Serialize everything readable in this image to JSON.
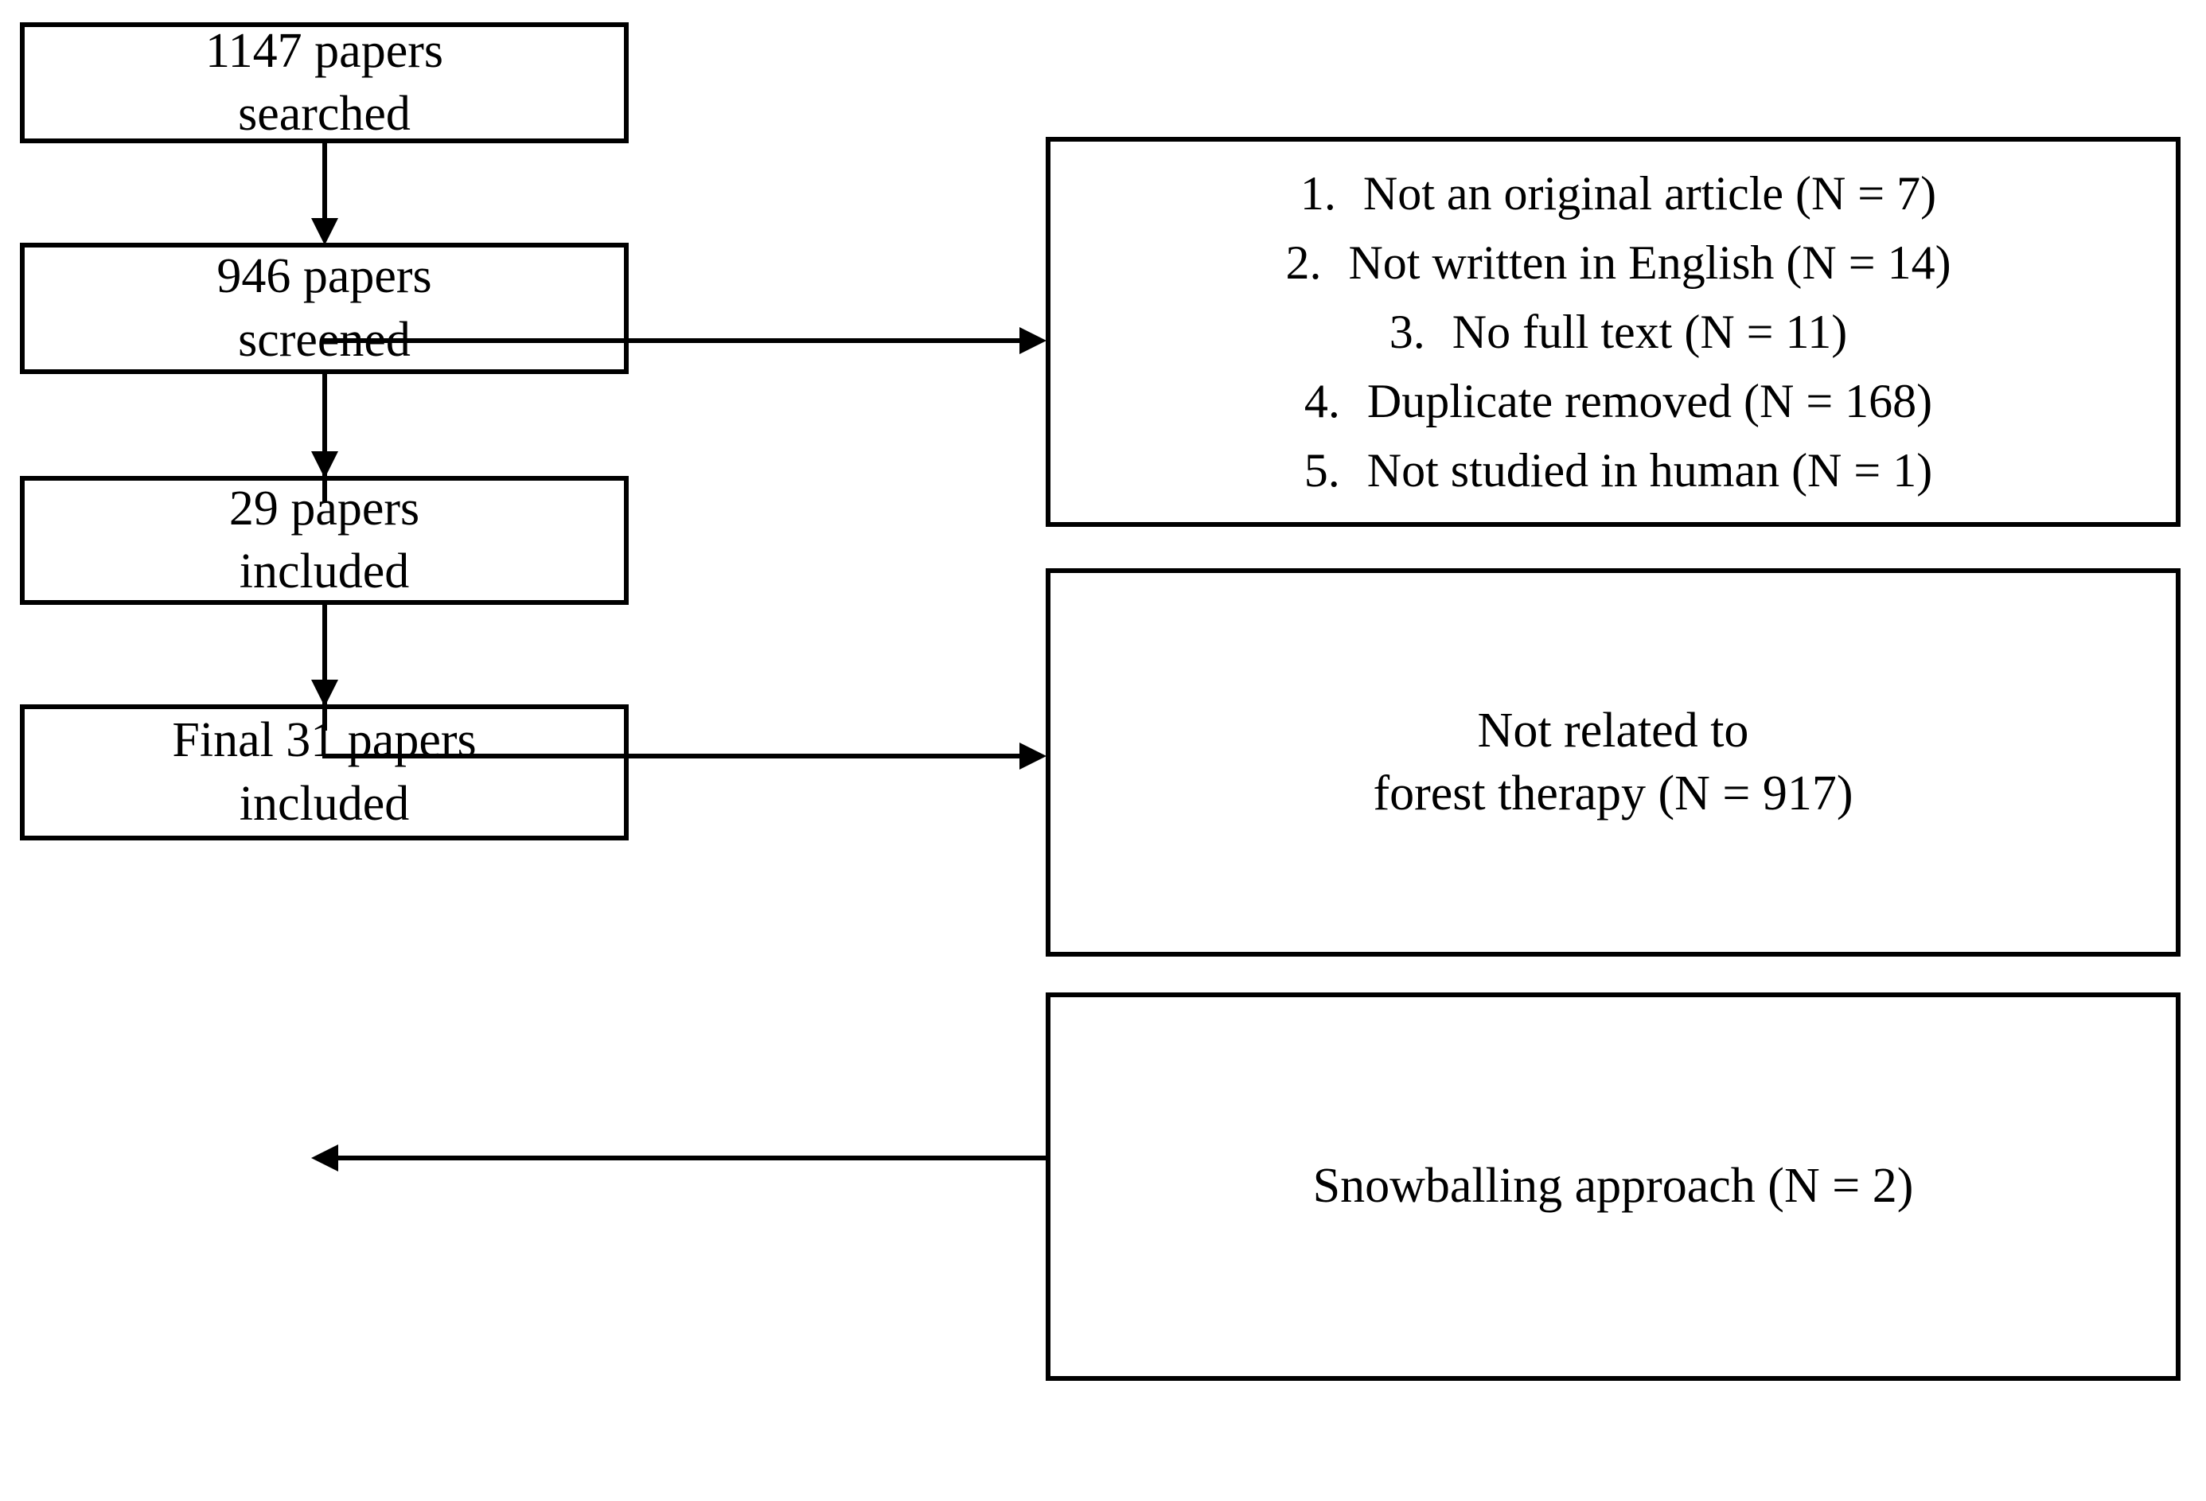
{
  "diagram": {
    "type": "prisma-flow-diagram",
    "orientation": "vertical-with-side-exclusions",
    "line_color": "#000000",
    "background_color": "#ffffff"
  },
  "flow": {
    "stages": [
      {
        "id": "searched",
        "text": "1147 papers\nsearched",
        "count": 1147
      },
      {
        "id": "screened",
        "text": "946 papers\nscreened",
        "count": 946
      },
      {
        "id": "included",
        "text": "29 papers\nincluded",
        "count": 29
      },
      {
        "id": "final",
        "text": "Final 31 papers\nincluded",
        "count": 31
      }
    ]
  },
  "exclusions": {
    "reasons": [
      {
        "number": "1.",
        "label": "Not an original article (N = 7)",
        "n": 7
      },
      {
        "number": "2.",
        "label": "Not written in English (N = 14)",
        "n": 14
      },
      {
        "number": "3.",
        "label": "No full text (N = 11)",
        "n": 11
      },
      {
        "number": "4.",
        "label": "Duplicate removed (N = 168)",
        "n": 168
      },
      {
        "number": "5.",
        "label": "Not studied in human (N = 1)",
        "n": 1
      }
    ]
  },
  "side_notes": {
    "not_related": {
      "text": "Not related to\nforest therapy (N = 917)",
      "n": 917
    },
    "snowballing": {
      "text": "Snowballing approach (N = 2)",
      "n": 2
    }
  }
}
